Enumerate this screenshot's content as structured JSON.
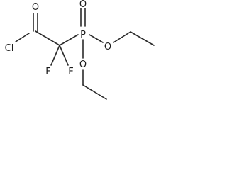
{
  "structure": {
    "atoms": {
      "carbonyl_oxygen": "O",
      "chlorine": "Cl",
      "phosphoryl_oxygen": "O",
      "phosphorus": "P",
      "ester_oxygen_1": "O",
      "ester_oxygen_2": "O",
      "fluorine_1": "F",
      "fluorine_2": "F"
    }
  }
}
